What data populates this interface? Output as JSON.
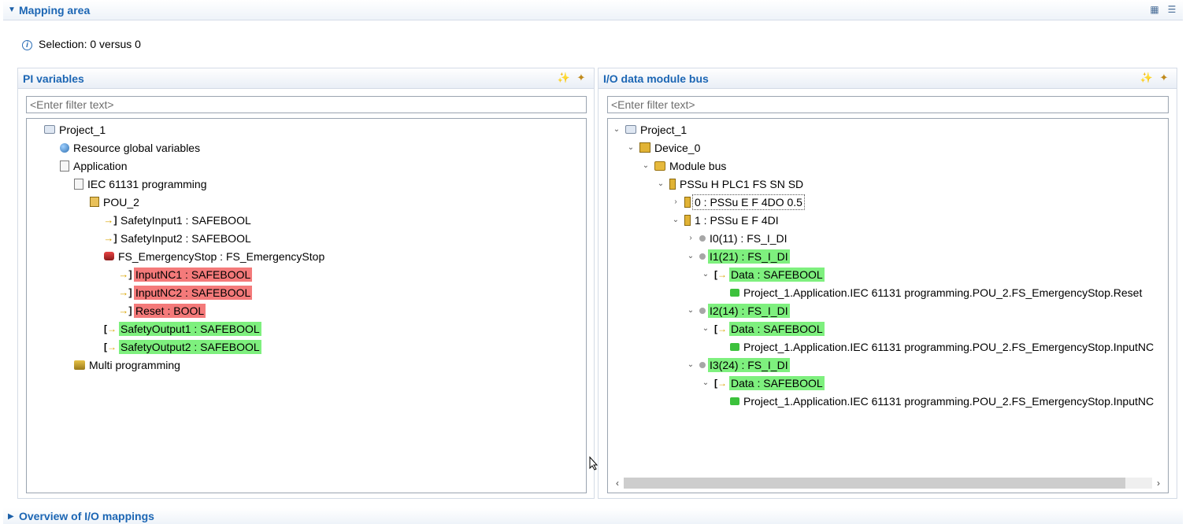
{
  "mapping": {
    "title": "Mapping area",
    "selection": "Selection: 0 versus 0"
  },
  "left_panel": {
    "title": "PI variables",
    "filter_placeholder": "<Enter filter text>",
    "nodes": [
      "Project_1",
      "Resource global variables",
      "Application",
      "IEC 61131 programming",
      "POU_2",
      "SafetyInput1 : SAFEBOOL",
      "SafetyInput2 : SAFEBOOL",
      "FS_EmergencyStop : FS_EmergencyStop",
      "InputNC1 : SAFEBOOL",
      "InputNC2 : SAFEBOOL",
      "Reset : BOOL",
      "SafetyOutput1 : SAFEBOOL",
      "SafetyOutput2 : SAFEBOOL",
      "Multi programming"
    ]
  },
  "right_panel": {
    "title": "I/O data module bus",
    "filter_placeholder": "<Enter filter text>",
    "nodes": [
      "Project_1",
      "Device_0",
      "Module bus",
      "PSSu H PLC1 FS SN SD",
      "0 : PSSu E F 4DO 0.5",
      "1 : PSSu E F 4DI",
      "I0(11) : FS_I_DI",
      "I1(21) : FS_I_DI",
      "Data : SAFEBOOL",
      "Project_1.Application.IEC 61131 programming.POU_2.FS_EmergencyStop.Reset",
      "I2(14) : FS_I_DI",
      "Data : SAFEBOOL",
      "Project_1.Application.IEC 61131 programming.POU_2.FS_EmergencyStop.InputNC",
      "I3(24) : FS_I_DI",
      "Data : SAFEBOOL",
      "Project_1.Application.IEC 61131 programming.POU_2.FS_EmergencyStop.InputNC"
    ]
  },
  "overview": {
    "title": "Overview of I/O mappings"
  },
  "colors": {
    "highlight_red": "#f47a7a",
    "highlight_green": "#7ef07e",
    "header_blue": "#1c66b4"
  }
}
